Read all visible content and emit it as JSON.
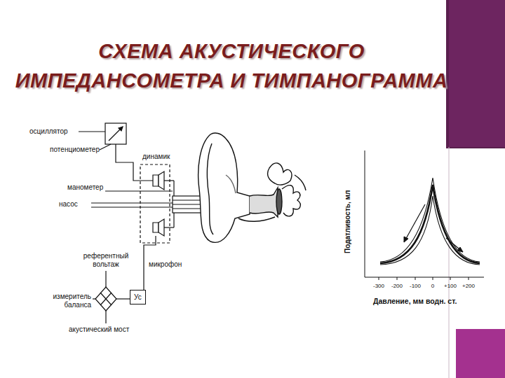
{
  "diagram": {
    "title": "СХЕМА АКУСТИЧЕСКОГО ИМПЕДАНСОМЕТРА И ТИМПАНОГРАММА",
    "nodes": [
      {
        "text": [
          "Ус"
        ]
      }
    ],
    "labels": [
      "осциллятор",
      "потенциометер",
      "динамик",
      "манометер",
      "насос",
      "референтный вольтаж",
      "микрофон",
      "измеритель баланса",
      "акустический мост",
      "Податливость, мл",
      "Давление, мм водн. ст.",
      "-300",
      "-200",
      "-100",
      "0",
      "+100",
      "+200"
    ]
  }
}
